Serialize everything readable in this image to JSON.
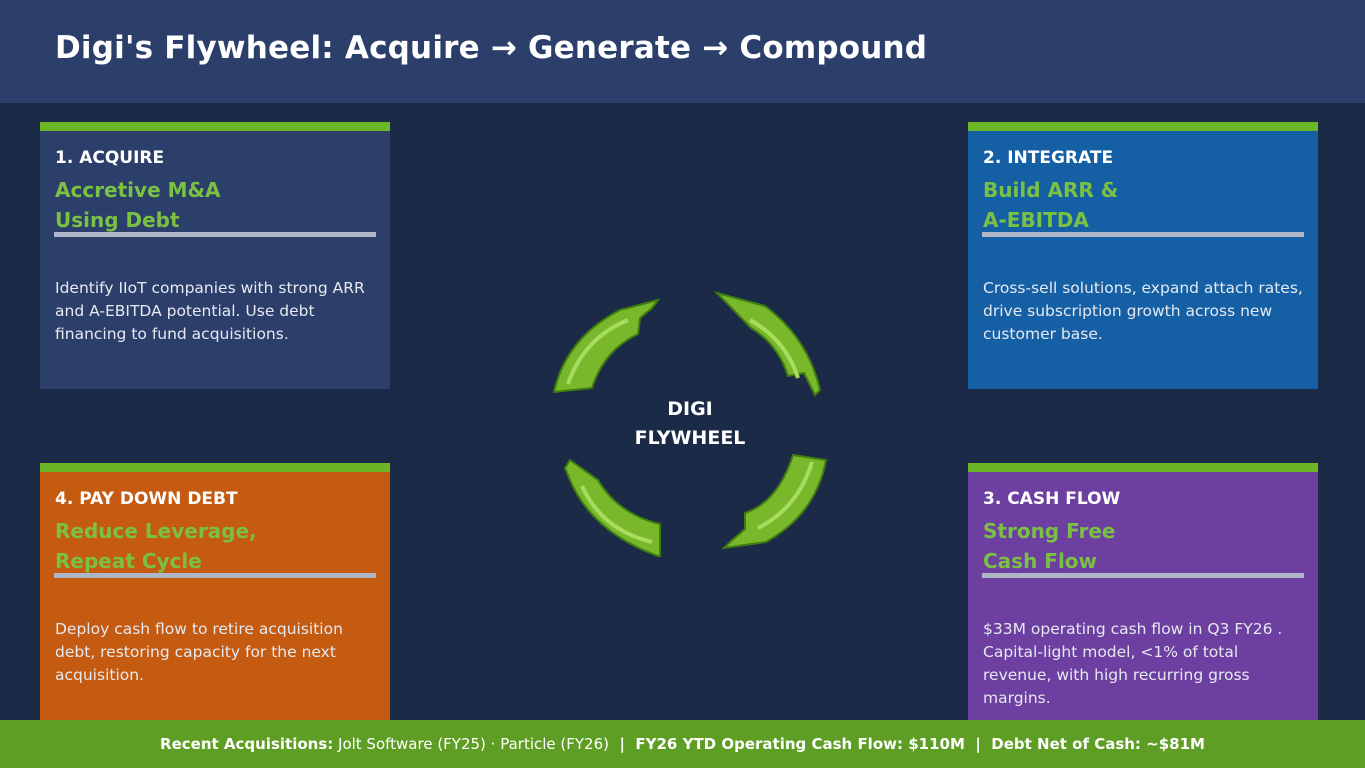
{
  "header": {
    "title": "Digi's Flywheel: Acquire → Generate → Compound"
  },
  "cards": {
    "acquire": {
      "step": "1. ACQUIRE",
      "headline_1": "Accretive M&A",
      "headline_2": "Using Debt",
      "body": "Identify IIoT companies with strong ARR and A-EBITDA potential. Use debt financing to fund acquisitions."
    },
    "integrate": {
      "step": "2. INTEGRATE",
      "headline_1": "Build ARR &",
      "headline_2": "A-EBITDA",
      "body": "Cross-sell solutions, expand attach rates, drive subscription growth across new customer base."
    },
    "cashflow": {
      "step": "3. CASH FLOW",
      "headline_1": "Strong Free",
      "headline_2": "Cash Flow",
      "body": "$33M operating cash flow in Q3 FY26 . Capital-light model, <1% of total revenue, with high recurring gross margins."
    },
    "paydown": {
      "step": "4. PAY DOWN DEBT",
      "headline_1": "Reduce Leverage,",
      "headline_2": "Repeat Cycle",
      "body": "Deploy cash flow to retire acquisition debt, restoring capacity for the next acquisition."
    }
  },
  "wheel": {
    "line_1": "DIGI",
    "line_2": "FLYWHEEL"
  },
  "footer": {
    "acq_label": "Recent Acquisitions:",
    "acq_value": " Jolt Software (FY25) · Particle (FY26)",
    "sep_1": "  |  ",
    "cash_flow": "FY26 YTD Operating Cash Flow: $110M",
    "sep_2": "  |  ",
    "debt": "Debt Net of Cash: ~$81M"
  },
  "colors": {
    "accent_green": "#7ac143",
    "navy": "#2c3f6b",
    "blue": "#1560a4",
    "orange": "#c55a11",
    "purple": "#6c3fa0"
  }
}
